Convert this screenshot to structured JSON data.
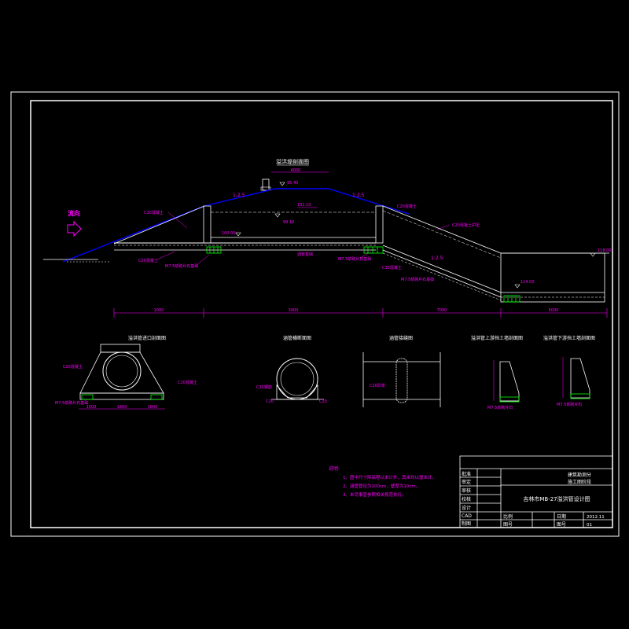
{
  "colors": {
    "background": "#000000",
    "frame": "#ffffff",
    "structure": "#ffffff",
    "dimension": "#ff00ff",
    "annotation": "#ff00ff",
    "embankment_top": "#0000ff",
    "bedding": "#00ff00",
    "flow_arrow": "#ff00ff"
  },
  "main_section": {
    "title": "溢洪堤剖面图",
    "flow_label": "流向",
    "slope_left": "1:2.5",
    "slope_right": "1:2.5",
    "slope_outlet": "1:2.5",
    "elev_crest": "95.40",
    "elev_inner_top": "101.10",
    "elev_inner_right": "99.10",
    "elev_inlet": "100.00",
    "elev_outlet_top": "118.00",
    "elev_outlet_bottom": "114.00",
    "label_left_slope": "C20混凝土",
    "label_right_slope": "C20混凝土",
    "label_pipe_left": "C20混凝土",
    "label_base_left": "M7.5浆砌片石基础",
    "label_base_right": "M7.5浆砌片石基础",
    "label_pipe_mid": "涵管基础",
    "label_base_outlet": "M7.5浆砌片石基础",
    "label_dia_right": "C30混凝土",
    "label_top_right": "C20混凝土",
    "label_outlet_slab": "C20混凝土护坦",
    "dim_top": "4000",
    "dimensions": [
      "1000",
      "3000",
      "7000",
      "5000"
    ]
  },
  "details": {
    "inlet": {
      "title": "溢洪管进口剖面图",
      "label_left": "C20混凝土",
      "label_right": "C20混凝土",
      "label_base": "M7.5浆砌片石基础",
      "dims": [
        "1000",
        "1800",
        "1000"
      ]
    },
    "pipe_section": {
      "title": "涵管横断面图",
      "label_pipe": "C30钢筋",
      "label_base": "C20",
      "label_base_right": "C20"
    },
    "joint": {
      "title": "涵管接缝图",
      "label": "C20砂浆"
    },
    "upper_wall": {
      "title": "溢洪管上游挡土墙剖面图",
      "label_base": "M7.5浆砌片石"
    },
    "lower_wall": {
      "title": "溢洪管下游挡土墙剖面图",
      "label_base": "M7.5浆砌片石"
    }
  },
  "notes": {
    "header": "说明:",
    "items": [
      "1、图中尺寸除高程以米计外，其余均以厘米计。",
      "2、涵管管径为100cm，壁厚为10cm。",
      "3、未尽事宜参照相关规范执行。"
    ]
  },
  "title_block": {
    "row_labels": [
      "批准",
      "审定",
      "审核",
      "校核",
      "设计",
      "CAD",
      "制图"
    ],
    "company": "建筑勘测分",
    "stage": "施工图阶段",
    "drawing_title": "吉林市MB-27溢洪管设计图",
    "bottom_labels": [
      "比例",
      "图号"
    ],
    "date_label": "日期",
    "date_value": "2012.11",
    "sheet_label": "图号",
    "sheet_value": "01"
  }
}
